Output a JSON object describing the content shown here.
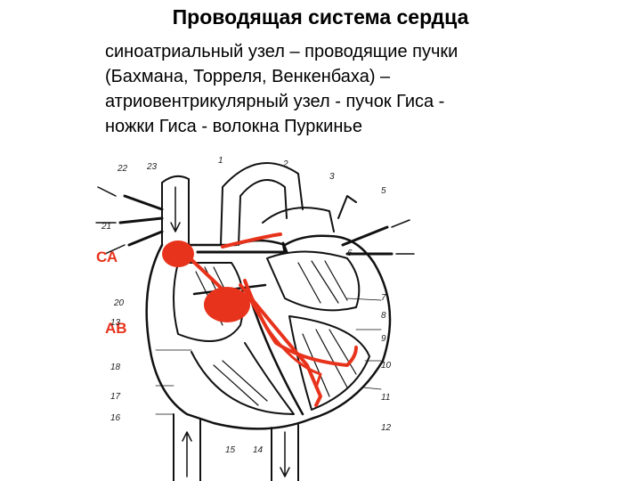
{
  "slide": {
    "title": "Проводящая система сердца",
    "description_lines": [
      "синоатриальный узел – проводящие пучки",
      "(Бахмана, Торреля, Венкенбаха) –",
      "атриовентрикулярный узел - пучок Гиса -",
      "ножки Гиса - волокна Пуркинье"
    ]
  },
  "diagram": {
    "node_labels": {
      "sa": "СА",
      "av": "АВ"
    },
    "numbers": [
      "22",
      "23",
      "1",
      "2",
      "3",
      "5",
      "6",
      "7",
      "8",
      "9",
      "10",
      "11",
      "12",
      "14",
      "15",
      "16",
      "17",
      "18",
      "20",
      "21",
      "13"
    ],
    "colors": {
      "node": "#e8331c",
      "pathway": "#e8331c",
      "lines": "#111111"
    }
  }
}
